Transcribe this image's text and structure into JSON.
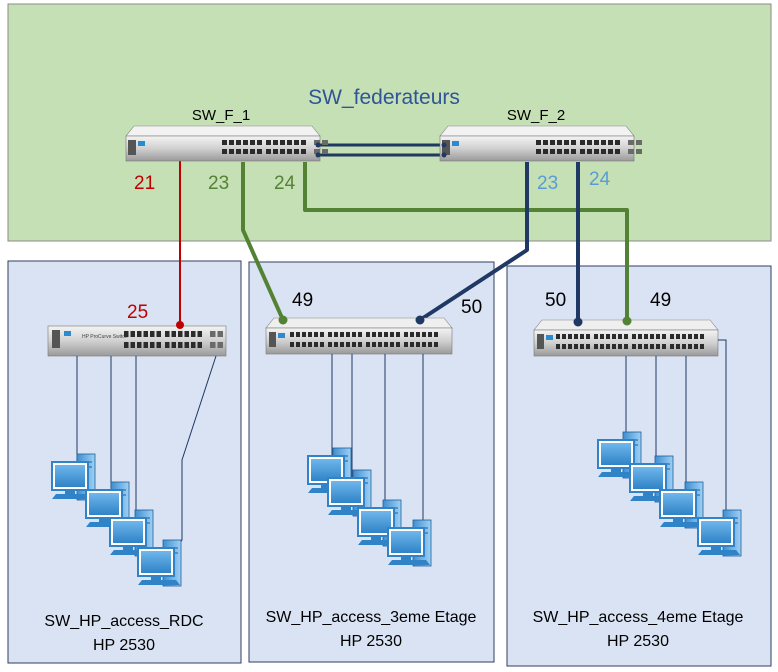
{
  "core_zone": {
    "title": "SW_federateurs",
    "switch_1": {
      "name": "SW_F_1",
      "ports": [
        "21",
        "23",
        "24"
      ]
    },
    "switch_2": {
      "name": "SW_F_2",
      "ports": [
        "23",
        "24"
      ]
    }
  },
  "access_rdc": {
    "name": "SW_HP_access_RDC",
    "model": "HP 2530",
    "uplink_port": "25",
    "switch_brand": "HP ProCurve Switch"
  },
  "access_3eme": {
    "name": "SW_HP_access_3eme Etage",
    "model": "HP 2530",
    "ports": [
      "49",
      "50"
    ]
  },
  "access_4eme": {
    "name": "SW_HP_access_4eme Etage",
    "model": "HP 2530",
    "ports": [
      "50",
      "49"
    ]
  },
  "colors": {
    "core_bg": "#c5e0b4",
    "access_bg": "#dae3f3",
    "red_link": "#c00000",
    "green_link": "#548235",
    "navy_link": "#1f3864",
    "light_blue_port": "#5b9bd5"
  }
}
